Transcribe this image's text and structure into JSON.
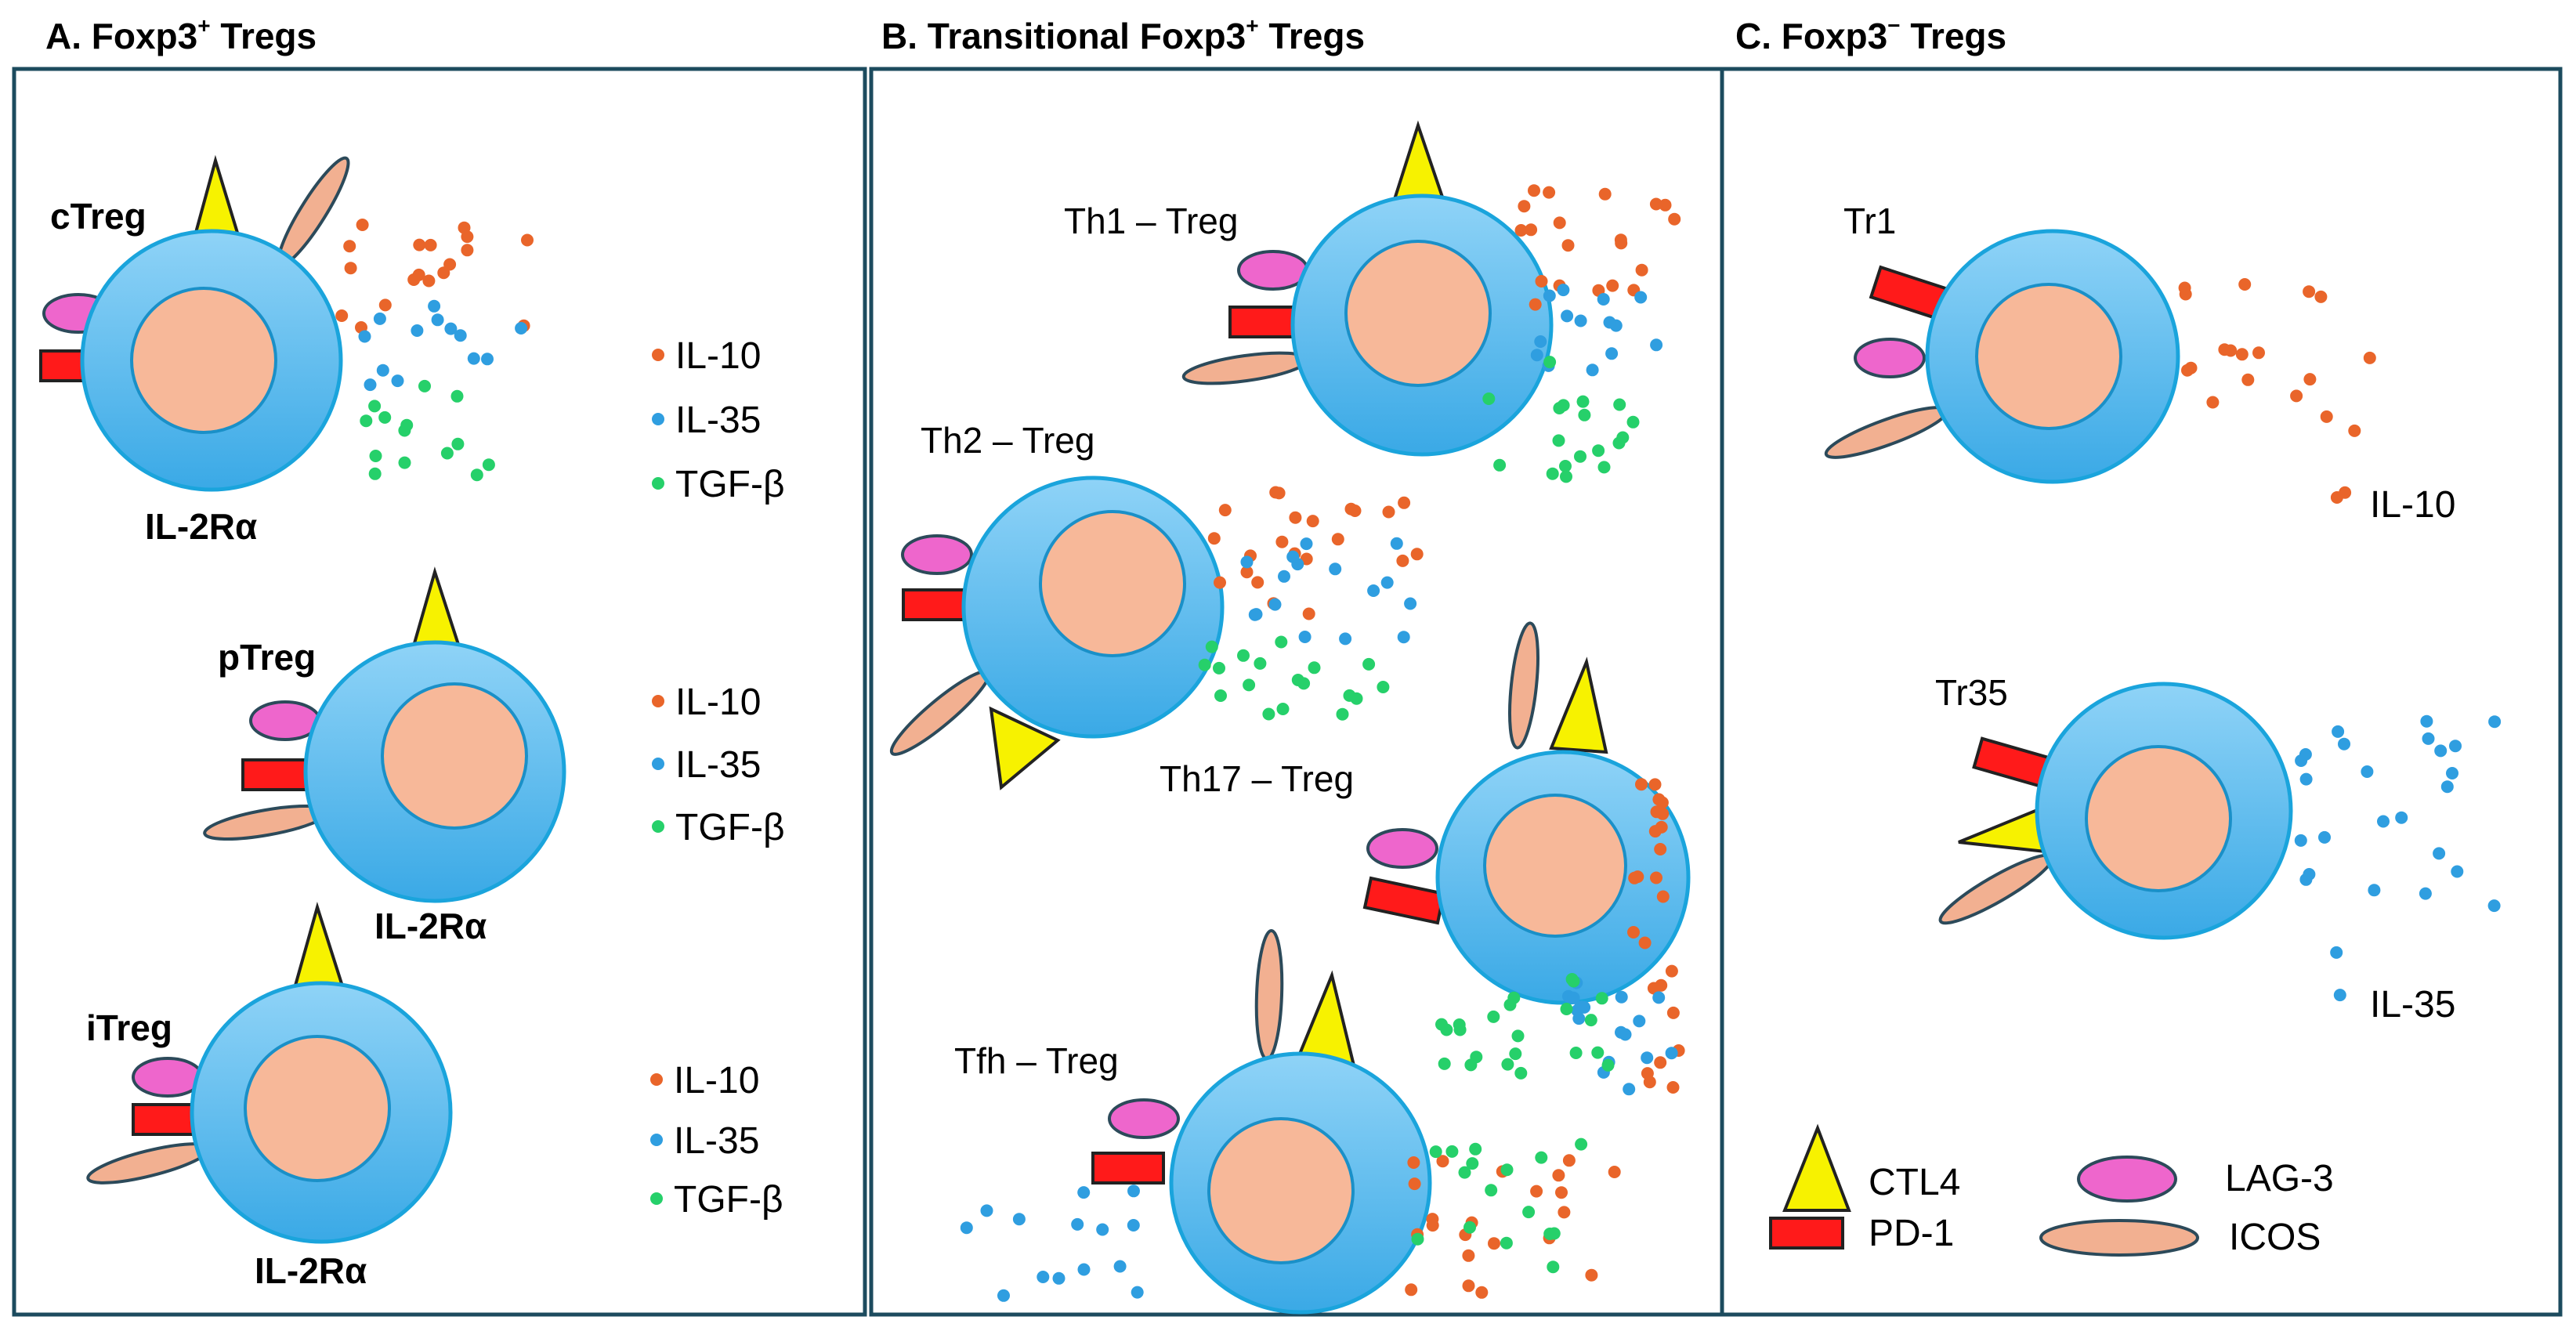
{
  "colors": {
    "il10": "#e9652a",
    "il35": "#2f9ee0",
    "tgfb": "#26d06a",
    "cell_outer": "#5bbef0",
    "cell_border": "#1aa4dc",
    "nucleus": "#f7b899",
    "ctl4": "#f7f200",
    "pd1": "#ff1a1a",
    "lag3": "#ee66cc",
    "icos": "#f2b091",
    "panel_border": "#1c4b5e"
  },
  "panels": {
    "a": {
      "letter": "A. Foxp3",
      "sup": "+",
      "rest": " Tregs"
    },
    "b": {
      "letter": "B. Transitional Foxp3",
      "sup": "+",
      "rest": " Tregs"
    },
    "c": {
      "letter": "C. Foxp3",
      "sup": "−",
      "rest": " Tregs"
    }
  },
  "cells": {
    "ctreg": "cTreg",
    "ptreg": "pTreg",
    "itreg": "iTreg",
    "il2ra": "IL-2Rα",
    "th1": "Th1 – Treg",
    "th2": "Th2 – Treg",
    "th17": "Th17 – Treg",
    "tfh": "Tfh – Treg",
    "tr1": "Tr1",
    "tr35": "Tr35"
  },
  "cytokines": {
    "il10": "IL-10",
    "il35": "IL-35",
    "tgfb": "TGF-β"
  },
  "legend": {
    "ctl4": "CTL4",
    "pd1": "PD-1",
    "lag3": "LAG-3",
    "icos": "ICOS"
  }
}
